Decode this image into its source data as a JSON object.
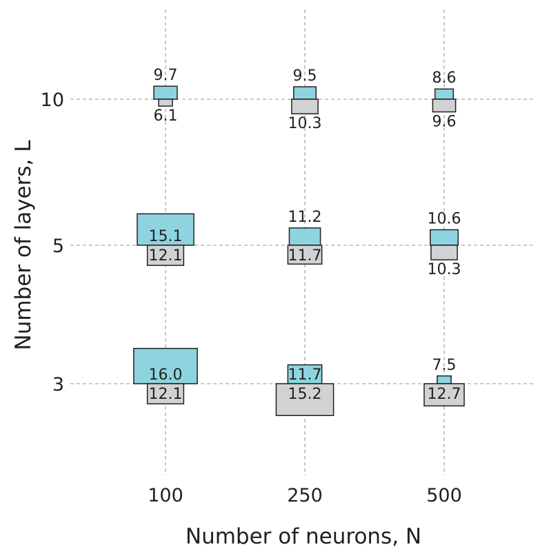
{
  "chart_data": {
    "type": "bar",
    "xlabel": "Number of neurons, N",
    "ylabel": "Number of layers, L",
    "x_categories": [
      "100",
      "250",
      "500"
    ],
    "y_categories": [
      "3",
      "5",
      "10"
    ],
    "grid": true,
    "colors": {
      "upper": "#8dd4e0",
      "lower": "#d1d2d4",
      "edge": "#231f20",
      "grid": "#b8b8b8"
    },
    "series": [
      {
        "position": "above",
        "color": "#8dd4e0",
        "cells": [
          {
            "N": "100",
            "L": "10",
            "value": 9.7
          },
          {
            "N": "250",
            "L": "10",
            "value": 9.5
          },
          {
            "N": "500",
            "L": "10",
            "value": 8.6
          },
          {
            "N": "100",
            "L": "5",
            "value": 15.1
          },
          {
            "N": "250",
            "L": "5",
            "value": 11.2
          },
          {
            "N": "500",
            "L": "5",
            "value": 10.6
          },
          {
            "N": "100",
            "L": "3",
            "value": 16.0
          },
          {
            "N": "250",
            "L": "3",
            "value": 11.7
          },
          {
            "N": "500",
            "L": "3",
            "value": 7.5
          }
        ]
      },
      {
        "position": "below",
        "color": "#d1d2d4",
        "cells": [
          {
            "N": "100",
            "L": "10",
            "value": 6.1
          },
          {
            "N": "250",
            "L": "10",
            "value": 10.3
          },
          {
            "N": "500",
            "L": "10",
            "value": 9.6
          },
          {
            "N": "100",
            "L": "5",
            "value": 12.1
          },
          {
            "N": "250",
            "L": "5",
            "value": 11.7
          },
          {
            "N": "500",
            "L": "5",
            "value": 10.3
          },
          {
            "N": "100",
            "L": "3",
            "value": 12.1
          },
          {
            "N": "250",
            "L": "3",
            "value": 15.2
          },
          {
            "N": "500",
            "L": "3",
            "value": 12.7
          }
        ]
      }
    ]
  }
}
